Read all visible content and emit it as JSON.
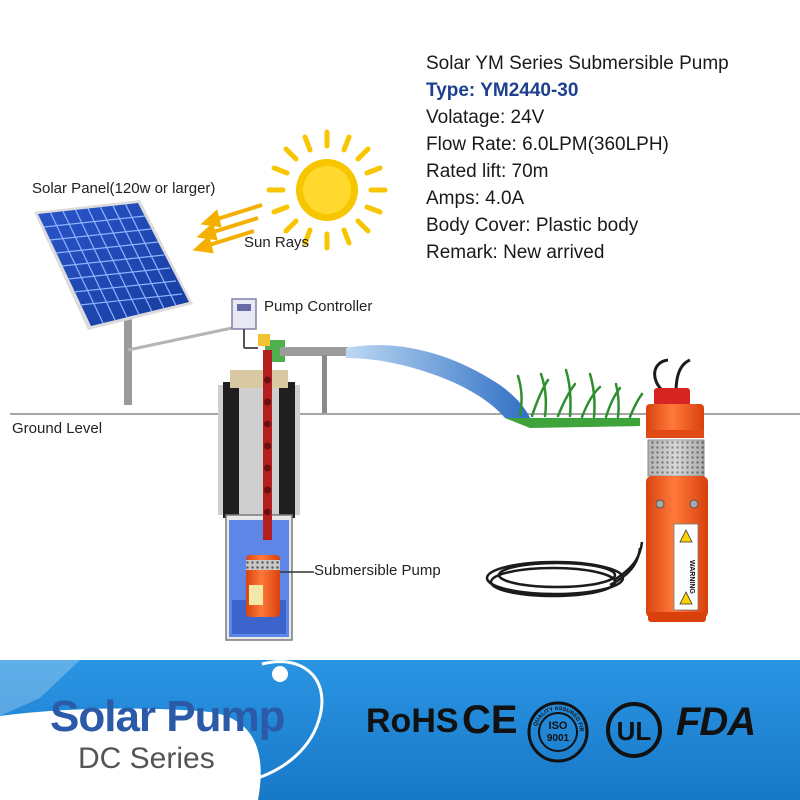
{
  "specs": {
    "title": "Solar YM Series Submersible Pump",
    "type": "Type: YM2440-30",
    "voltage": "Volatage: 24V",
    "flow_rate": "Flow Rate: 6.0LPM(360LPH)",
    "rated_lift": "Rated lift: 70m",
    "amps": "Amps: 4.0A",
    "body_cover": "Body Cover: Plastic body",
    "remark": "Remark: New arrived"
  },
  "diagram": {
    "solar_panel_label": "Solar Panel(120w or larger)",
    "sun_rays_label": "Sun Rays",
    "pump_controller_label": "Pump Controller",
    "ground_level_label": "Ground Level",
    "submersible_pump_label": "Submersible Pump"
  },
  "banner": {
    "brand_title": "Solar Pump",
    "brand_subtitle": "DC Series",
    "certifications": [
      "RoHS",
      "CE",
      "ISO 9001",
      "UL",
      "FDA"
    ],
    "iso_text": "ISO",
    "iso_number": "9001",
    "iso_ring_text": "QUALITY ASSURED FIRM",
    "warning_label": "WARNING"
  },
  "colors": {
    "banner_blue": "#1f86d6",
    "type_blue": "#1d3f8f",
    "pump_orange": "#f0531e",
    "sun_yellow": "#f7c600",
    "water_blue": "#3a7fd0",
    "grass_green": "#3ea33a"
  }
}
